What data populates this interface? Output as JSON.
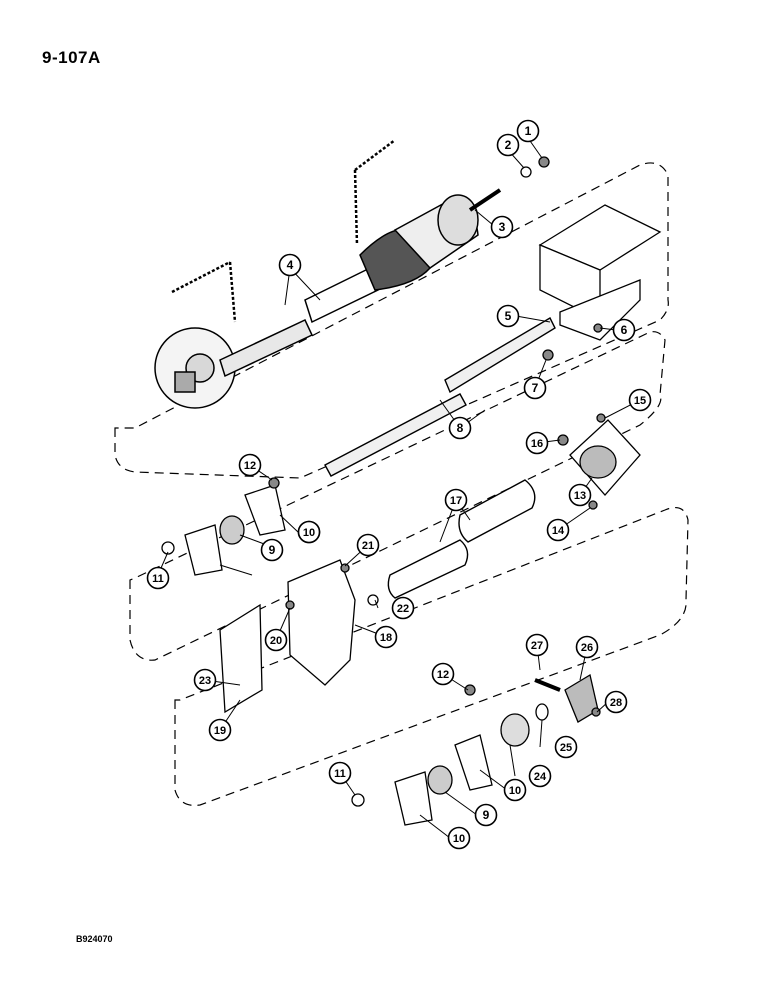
{
  "header": {
    "page_id": "9-107A"
  },
  "footer": {
    "doc_code": "B924070"
  },
  "callouts": [
    {
      "num": "1"
    },
    {
      "num": "2"
    },
    {
      "num": "3"
    },
    {
      "num": "4"
    },
    {
      "num": "5"
    },
    {
      "num": "6"
    },
    {
      "num": "7"
    },
    {
      "num": "8"
    },
    {
      "num": "9"
    },
    {
      "num": "10"
    },
    {
      "num": "11"
    },
    {
      "num": "12"
    },
    {
      "num": "13"
    },
    {
      "num": "14"
    },
    {
      "num": "15"
    },
    {
      "num": "16"
    },
    {
      "num": "17"
    },
    {
      "num": "18"
    },
    {
      "num": "19"
    },
    {
      "num": "20"
    },
    {
      "num": "21"
    },
    {
      "num": "22"
    },
    {
      "num": "23"
    },
    {
      "num": "24"
    },
    {
      "num": "25"
    },
    {
      "num": "26"
    },
    {
      "num": "27"
    },
    {
      "num": "28"
    },
    {
      "num": "9"
    },
    {
      "num": "10"
    },
    {
      "num": "11"
    },
    {
      "num": "12"
    },
    {
      "num": "10"
    },
    {
      "num": "10"
    }
  ]
}
